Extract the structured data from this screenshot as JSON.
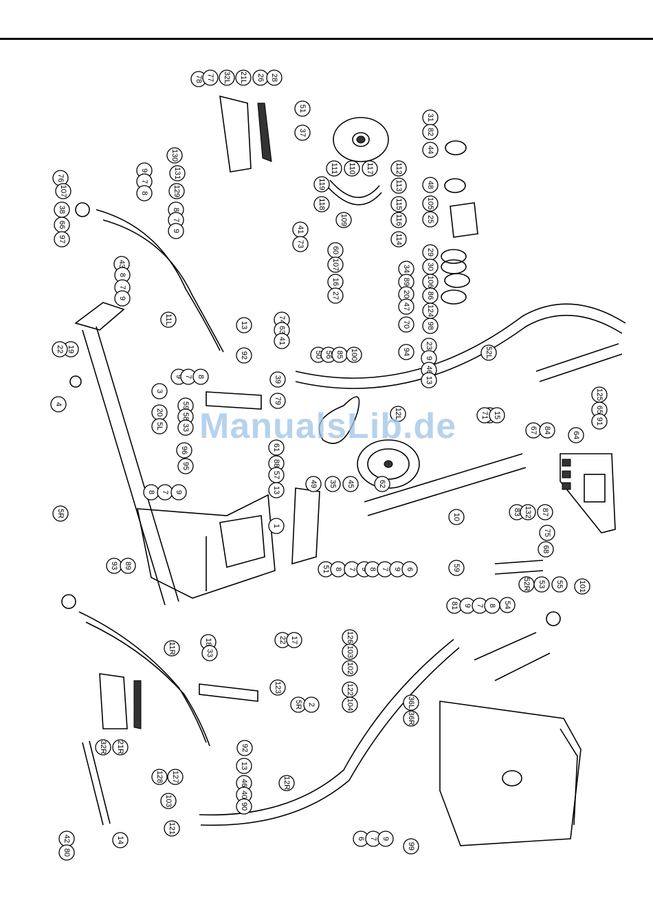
{
  "watermark": "ManualsLib.de",
  "labels": [
    "78",
    "77",
    "32L",
    "21L",
    "26",
    "28",
    "130",
    "131",
    "129",
    "8",
    "7",
    "9",
    "9",
    "7",
    "8",
    "76",
    "107",
    "38",
    "66",
    "97",
    "43",
    "8",
    "7",
    "9",
    "11L",
    "19",
    "22",
    "4",
    "3",
    "20",
    "5L",
    "5R",
    "74",
    "63",
    "41",
    "13",
    "92",
    "9",
    "7",
    "8",
    "39",
    "79",
    "59",
    "58",
    "33",
    "96",
    "95",
    "61",
    "88",
    "57",
    "13",
    "8",
    "7",
    "9",
    "1",
    "11R",
    "93",
    "89",
    "18",
    "33",
    "123",
    "22",
    "17",
    "5R",
    "2",
    "126",
    "103",
    "102",
    "122",
    "104",
    "49",
    "51",
    "8",
    "7",
    "9",
    "35",
    "45",
    "62",
    "8",
    "7",
    "9",
    "6",
    "10",
    "59",
    "81",
    "9",
    "7",
    "8",
    "92",
    "13",
    "128",
    "127",
    "46",
    "40",
    "90",
    "103",
    "121",
    "12R",
    "32R",
    "21R",
    "14",
    "42",
    "80",
    "6",
    "7",
    "9",
    "51",
    "37",
    "110",
    "111",
    "117",
    "112",
    "119",
    "118",
    "113",
    "115",
    "109",
    "116",
    "114",
    "41",
    "73",
    "60",
    "107",
    "16",
    "27",
    "34",
    "89",
    "20",
    "47",
    "70",
    "50",
    "56",
    "85",
    "100",
    "94",
    "23",
    "9",
    "46",
    "13",
    "52L",
    "12L",
    "68",
    "71",
    "15",
    "67",
    "84",
    "64",
    "83",
    "132",
    "87",
    "75",
    "68",
    "101",
    "54",
    "52R",
    "53",
    "55",
    "36L",
    "36R",
    "99",
    "31",
    "82",
    "44",
    "48",
    "105",
    "25",
    "29",
    "30",
    "106",
    "86",
    "124",
    "98",
    "125",
    "65",
    "91"
  ]
}
